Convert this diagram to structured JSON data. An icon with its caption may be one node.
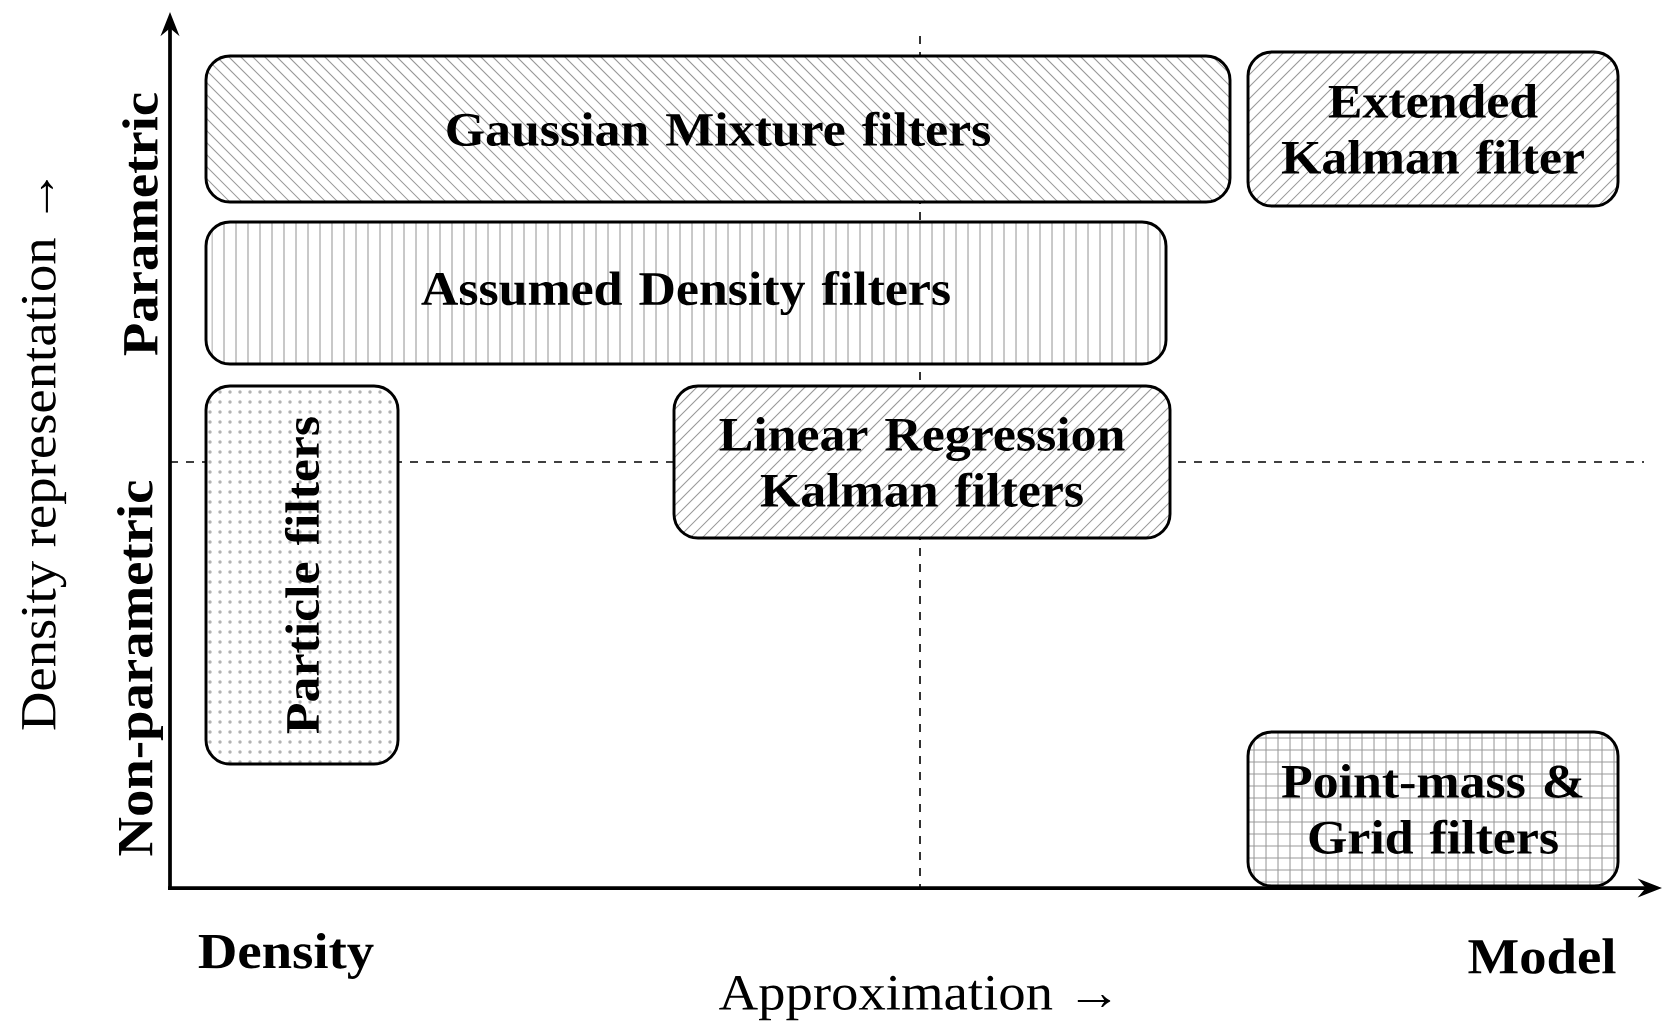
{
  "diagram": {
    "nodes": [
      {
        "text": [
          "Gaussian Mixture filters"
        ]
      },
      {
        "text": [
          "Extended Kalman filter"
        ]
      },
      {
        "text": [
          "Assumed Density filters"
        ]
      },
      {
        "text": [
          "Particle filters"
        ]
      },
      {
        "text": [
          "Linear Regression Kalman filters"
        ]
      },
      {
        "text": [
          "Point-mass & Grid filters"
        ]
      }
    ],
    "edges": [],
    "labels": [
      "Parametric",
      "Non-parametric",
      "Density representation →",
      "Density",
      "Model",
      "Approximation →"
    ]
  }
}
